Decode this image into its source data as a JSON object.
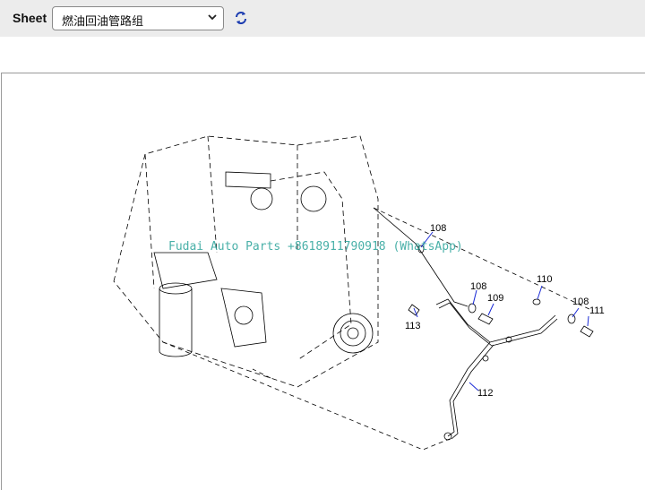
{
  "toolbar": {
    "sheet_label": "Sheet",
    "sheet_selected": "燃油回油管路组",
    "refresh_icon": "refresh-icon",
    "chevron_icon": "chevron-down-icon"
  },
  "diagram": {
    "watermark": "Fudai Auto Parts +8618911790918 (WhatsApp)",
    "callouts": [
      "108",
      "108",
      "109",
      "113",
      "110",
      "108",
      "111",
      "112"
    ],
    "colors": {
      "leader": "#1a2ad6",
      "drawing": "#000000"
    }
  }
}
